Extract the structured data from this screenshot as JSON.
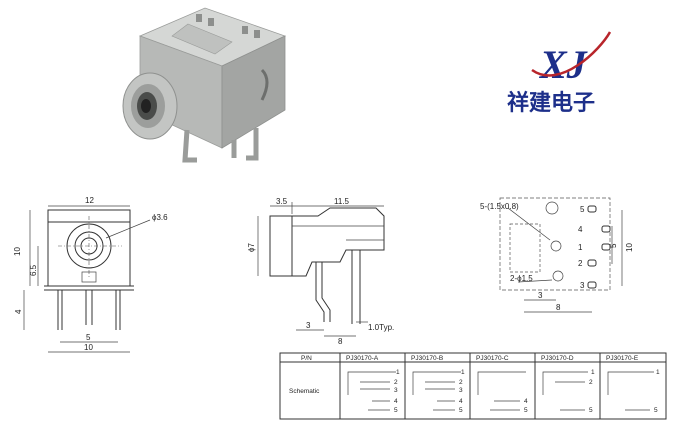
{
  "brand": {
    "logo_text": "XJ",
    "name": "祥建电子"
  },
  "front_view": {
    "width": "12",
    "hole": "ϕ3.6",
    "height": "10",
    "center_height": "6.5",
    "pin_length": "4",
    "pin_pitch": "5",
    "base_width": "10"
  },
  "side_view": {
    "head": "3.5",
    "body": "11.5",
    "diameter": "ϕ7",
    "pin_offset": "3",
    "pin_pitch": "8",
    "pin_thickness": "1.0Typ."
  },
  "pcb_layout": {
    "slots": "5-(1.5x0.8)",
    "holes": "2-ϕ1.5",
    "height": "10",
    "inner": "5",
    "offset": "3",
    "pitch": "8",
    "pins": [
      "5",
      "4",
      "1",
      "2",
      "3"
    ]
  },
  "schematic_table": {
    "header_pn": "P/N",
    "row_label": "Schematic",
    "models": [
      "PJ30170-A",
      "PJ30170-B",
      "PJ30170-C",
      "PJ30170-D",
      "PJ30170-E"
    ],
    "pin_labels": {
      "a": [
        "1",
        "2",
        "3",
        "4",
        "5"
      ],
      "b": [
        "1",
        "2",
        "3",
        "4",
        "5"
      ],
      "c": [
        "4",
        "5"
      ],
      "d": [
        "1",
        "2",
        "5"
      ],
      "e": [
        "1",
        "5"
      ]
    }
  },
  "colors": {
    "logo": "#1d2f8a",
    "body": "#b4b6b4",
    "lines": "#333333"
  }
}
